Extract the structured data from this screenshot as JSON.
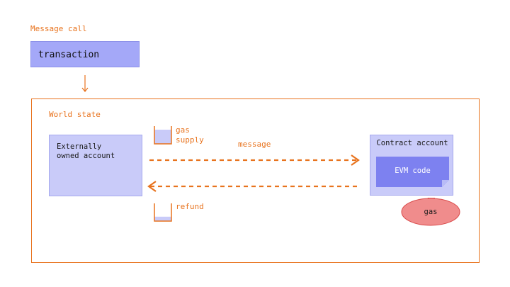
{
  "diagram": {
    "message_call_label": "Message call",
    "transaction_label": "transaction",
    "world_state_label": "World state",
    "eoa_label_line1": "Externally",
    "eoa_label_line2": "owned account",
    "contract_label": "Contract account",
    "evm_label": "EVM code",
    "gas_label": "gas",
    "gas_supply_line1": "gas",
    "gas_supply_line2": "supply",
    "refund_label": "refund",
    "message_label": "message"
  },
  "colors": {
    "accent_orange": "#e8731e",
    "transaction_fill": "#a4a8f8",
    "account_fill": "#c9cbf9",
    "evm_fill": "#7d81f0",
    "gas_fill": "#f08c8c",
    "gas_stroke": "#d94a4a"
  },
  "gauges": {
    "gas_supply_fill_fraction": 0.8,
    "refund_fill_fraction": 0.25
  }
}
